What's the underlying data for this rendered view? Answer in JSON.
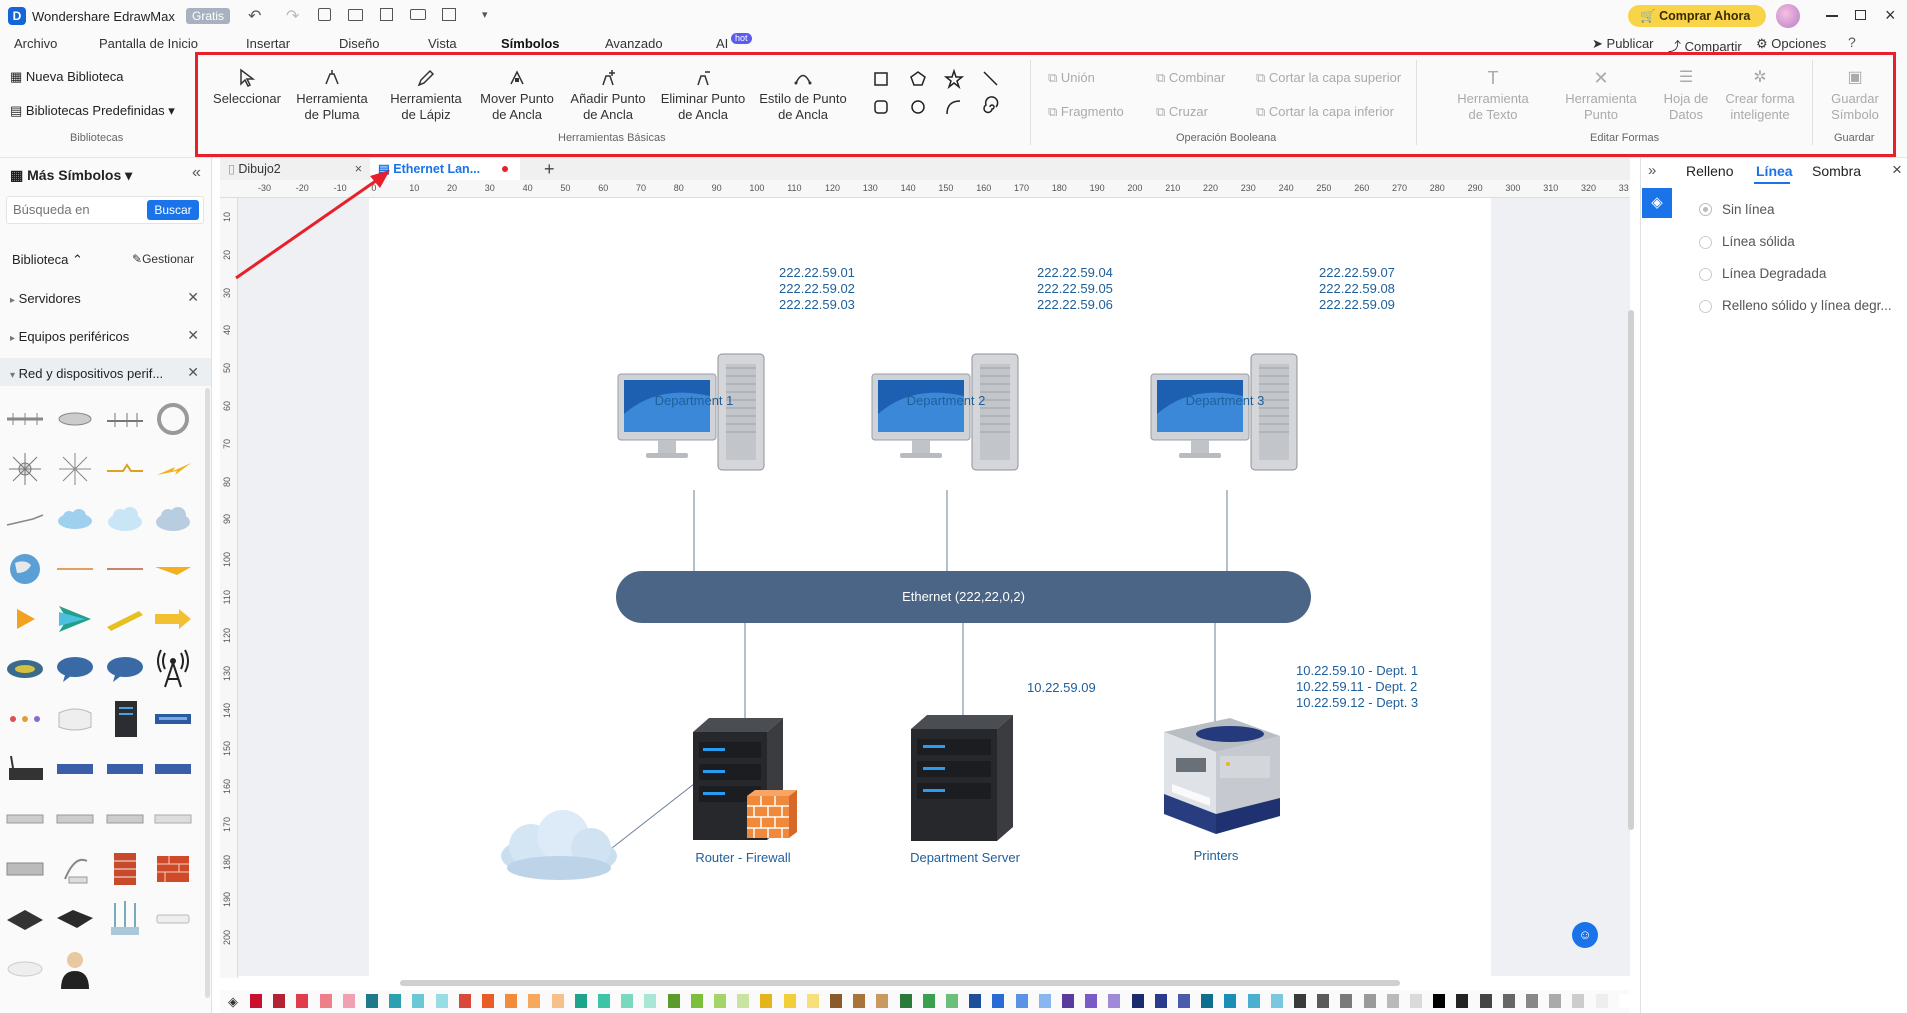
{
  "app": {
    "title": "Wondershare EdrawMax",
    "badge": "Gratis",
    "buy": "Comprar Ahora"
  },
  "menu": {
    "items": [
      "Archivo",
      "Pantalla de Inicio",
      "Insertar",
      "Diseño",
      "Vista",
      "Símbolos",
      "Avanzado",
      "AI"
    ],
    "hot": "hot",
    "publish": "Publicar",
    "share": "Compartir",
    "options": "Opciones"
  },
  "ribbon": {
    "library": {
      "new": "Nueva Biblioteca",
      "predefined": "Bibliotecas Predefinidas",
      "group": "Bibliotecas"
    },
    "basic": {
      "select": "Seleccionar",
      "pen": [
        "Herramienta",
        "de Pluma"
      ],
      "pencil": [
        "Herramienta",
        "de Lápiz"
      ],
      "move_anchor": [
        "Mover Punto",
        "de Ancla"
      ],
      "add_anchor": [
        "Añadir Punto",
        "de Ancla"
      ],
      "del_anchor": [
        "Eliminar Punto",
        "de Ancla"
      ],
      "style_anchor": [
        "Estilo de Punto",
        "de Ancla"
      ],
      "group": "Herramientas Básicas"
    },
    "boolean": {
      "union": "Unión",
      "combine": "Combinar",
      "cut_top": "Cortar la capa superior",
      "fragment": "Fragmento",
      "cross": "Cruzar",
      "cut_bottom": "Cortar la capa inferior",
      "group": "Operación Booleana"
    },
    "edit": {
      "text_tool": [
        "Herramienta",
        "de Texto"
      ],
      "point_tool": [
        "Herramienta",
        "Punto"
      ],
      "data_sheet": [
        "Hoja de",
        "Datos"
      ],
      "smart": [
        "Crear forma",
        "inteligente"
      ],
      "group": "Editar Formas"
    },
    "save": {
      "label": [
        "Guardar",
        "Símbolo"
      ],
      "group": "Guardar"
    }
  },
  "left": {
    "title": "Más Símbolos",
    "search_placeholder": "Búsqueda en",
    "search_btn": "Buscar",
    "library": "Biblioteca",
    "manage": "Gestionar",
    "categories": [
      "Servidores",
      "Equipos periféricos",
      "Red y dispositivos perif..."
    ]
  },
  "tabs": {
    "doc1": "Dibujo2",
    "doc2": "Ethernet Lan..."
  },
  "ruler": {
    "h": [
      "-30",
      "-20",
      "-10",
      "0",
      "10",
      "20",
      "30",
      "40",
      "50",
      "60",
      "70",
      "80",
      "90",
      "100",
      "110",
      "120",
      "130",
      "140",
      "150",
      "160",
      "170",
      "180",
      "190",
      "200",
      "210",
      "220",
      "230",
      "240",
      "250",
      "260",
      "270",
      "280",
      "290",
      "300",
      "310",
      "320",
      "33"
    ],
    "v": [
      "10",
      "20",
      "30",
      "40",
      "50",
      "60",
      "70",
      "80",
      "90",
      "100",
      "110",
      "120",
      "130",
      "140",
      "150",
      "160",
      "170",
      "180",
      "190",
      "200"
    ]
  },
  "diagram": {
    "dept1": "Department 1",
    "dept2": "Department 2",
    "dept3": "Department 3",
    "ips1": [
      "222.22.59.01",
      "222.22.59.02",
      "222.22.59.03"
    ],
    "ips2": [
      "222.22.59.04",
      "222.22.59.05",
      "222.22.59.06"
    ],
    "ips3": [
      "222.22.59.07",
      "222.22.59.08",
      "222.22.59.09"
    ],
    "ethernet": "Ethernet (222,22,0,2)",
    "server_ip": "10.22.59.09",
    "printer_ips": [
      "10.22.59.10 - Dept. 1",
      "10.22.59.11 - Dept. 2",
      "10.22.59.12 - Dept. 3"
    ],
    "router": "Router - Firewall",
    "server": "Department Server",
    "printers": "Printers"
  },
  "right": {
    "tabs": [
      "Relleno",
      "Línea",
      "Sombra"
    ],
    "options": [
      "Sin línea",
      "Línea sólida",
      "Línea Degradada",
      "Relleno sólido y línea degr..."
    ]
  },
  "colors": {
    "accent": "#1a73e8",
    "highlight": "#e8202a",
    "ethernet": "#4a6585"
  }
}
